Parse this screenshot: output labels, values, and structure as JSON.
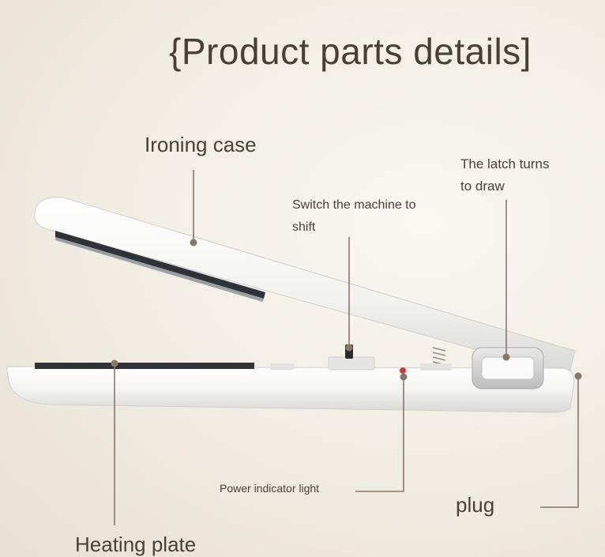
{
  "title": "{Product parts details]",
  "labels": {
    "ironing_case": "Ironing case",
    "latch_line1": "The latch turns",
    "latch_line2": "to draw",
    "switch_line1": "Switch the machine to",
    "switch_line2": "shift",
    "power_indicator": "Power indicator light",
    "plug": "plug",
    "heating_plate": "Heating plate"
  },
  "colors": {
    "text": "#4a3f37",
    "leader": "#8a7866",
    "body": "#f7f7f6",
    "plate": "#3a3d42",
    "indicator": "#d23a3a"
  }
}
